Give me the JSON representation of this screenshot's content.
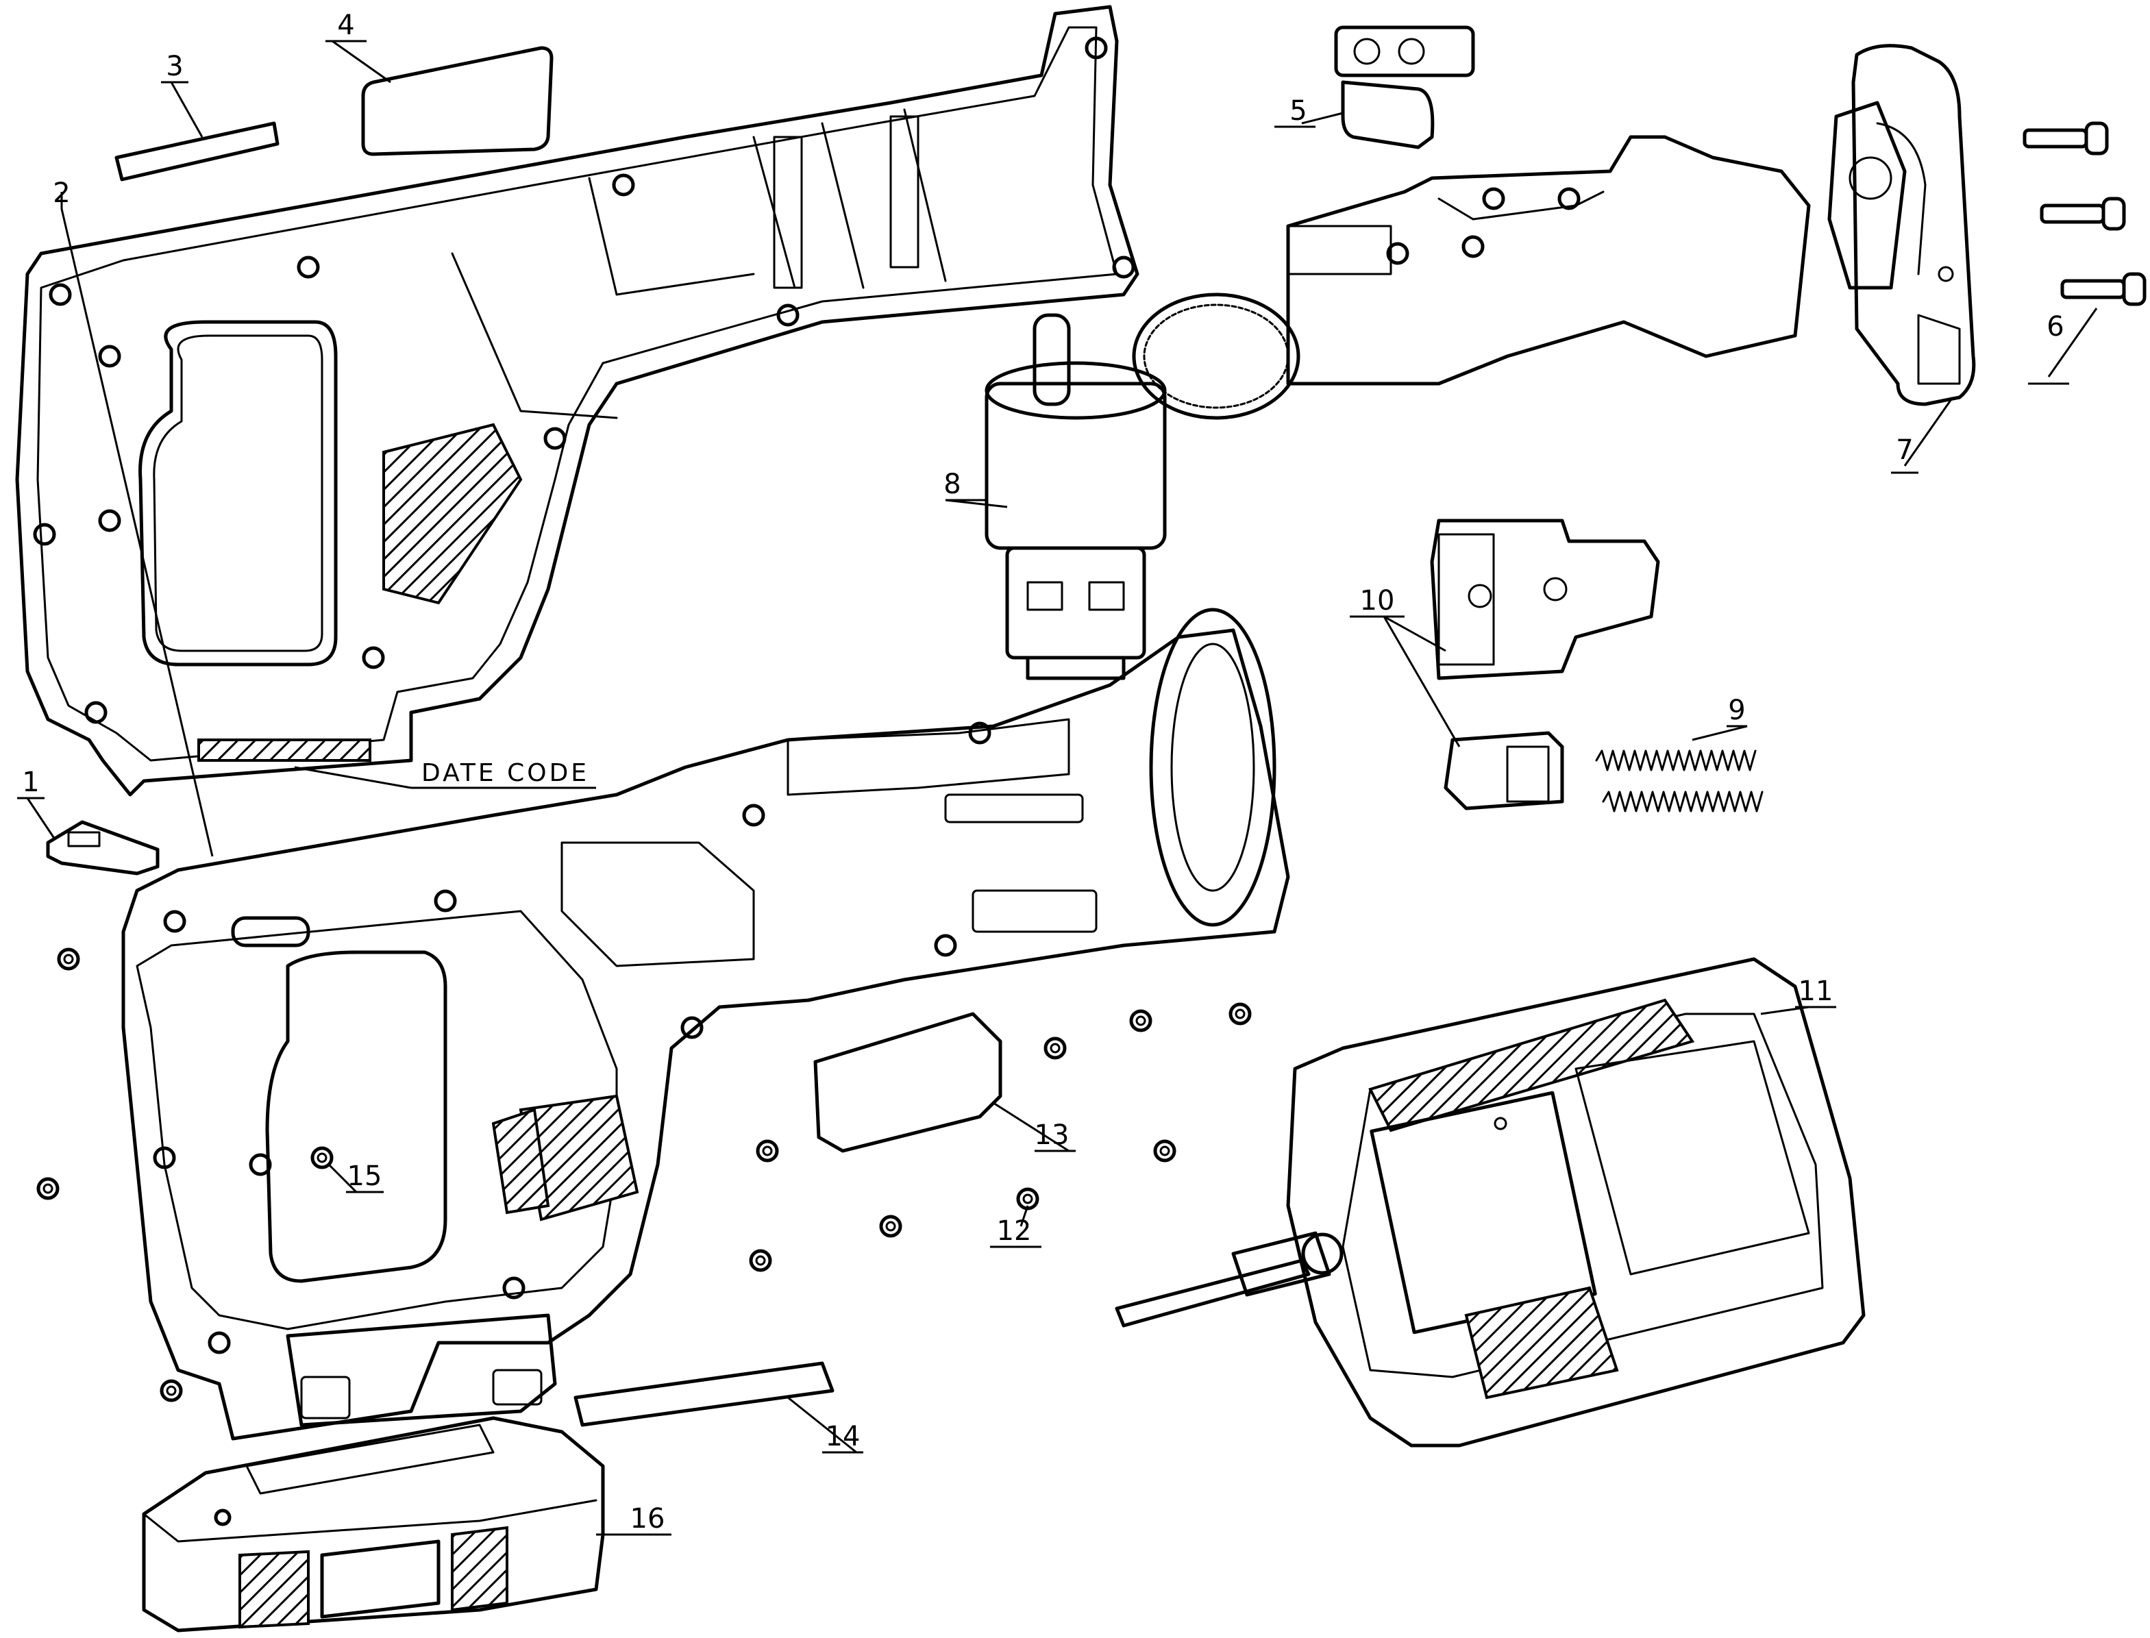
{
  "callouts": {
    "c1": "1",
    "c2": "2",
    "c3": "3",
    "c4": "4",
    "c5": "5",
    "c6": "6",
    "c7": "7",
    "c8": "8",
    "c9": "9",
    "c10": "10",
    "c11": "11",
    "c12": "12",
    "c13": "13",
    "c14": "14",
    "c15": "15",
    "c16": "16"
  },
  "date_code_label": "DATE CODE"
}
